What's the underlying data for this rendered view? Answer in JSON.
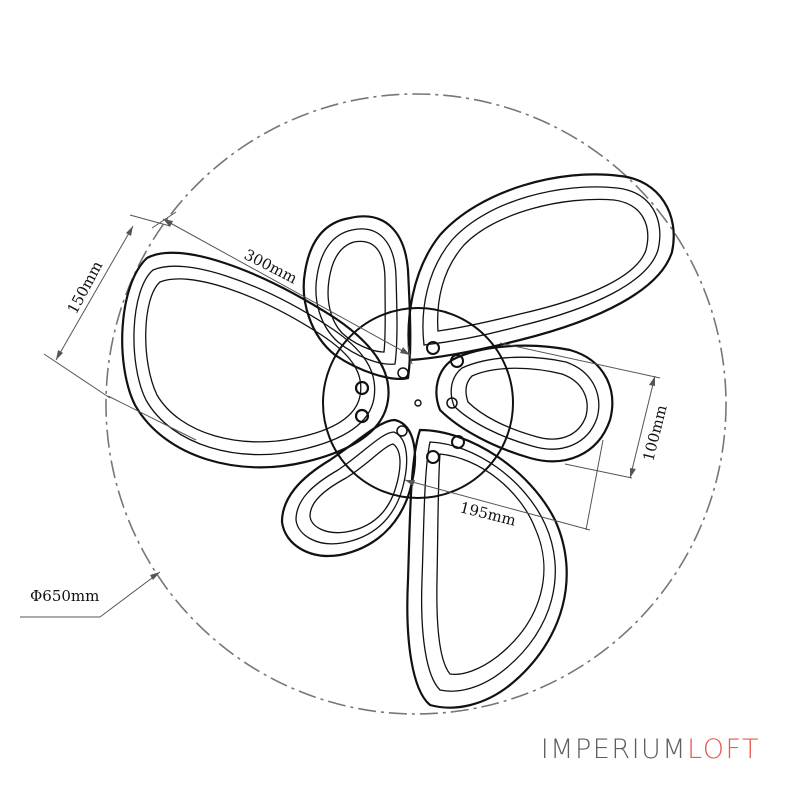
{
  "dimensions": {
    "diameter": "Φ650mm",
    "length_300": "300mm",
    "width_150": "150mm",
    "width_100": "100mm",
    "length_195": "195mm"
  },
  "brand": {
    "part1": "IMPERIUM",
    "part2": "LOFT",
    "color_dark": "#5e5e5e",
    "color_accent": "#e8594f"
  },
  "colors": {
    "line": "#111111",
    "dim_line": "#555555",
    "circle_dash": "#777777"
  }
}
